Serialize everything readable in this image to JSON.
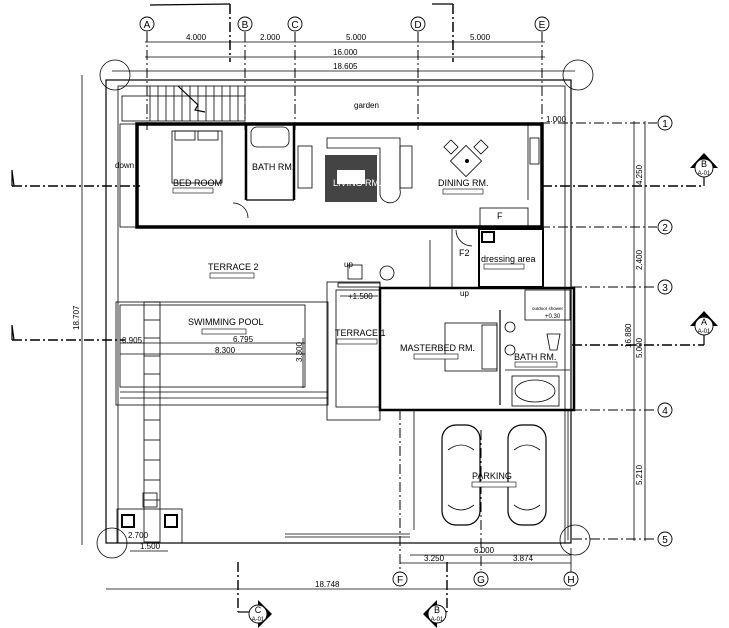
{
  "grid": {
    "columns": [
      "A",
      "B",
      "C",
      "D",
      "E"
    ],
    "rows": [
      "1",
      "2",
      "3",
      "4",
      "5"
    ],
    "bottom_columns": [
      "F",
      "G",
      "H"
    ]
  },
  "dimensions": {
    "top": [
      "4.000",
      "2.000",
      "5.000",
      "5.000"
    ],
    "top_total": "16.000",
    "top_overall": "18.605",
    "right": [
      "4.250",
      "2.400",
      "5.000",
      "5.210"
    ],
    "right_total": "16.880",
    "left_overall": "18.707",
    "bottom_overall": "18.748",
    "bottom_parking": "6.000",
    "bottom_split": [
      "3.250",
      "3.874"
    ],
    "gate_width": "2.700",
    "gate_offset": "1.500",
    "setback": "1.000",
    "pool_offset": "0.905",
    "pool_inner": "6.795",
    "pool_length": "8.300",
    "pool_width": "3.300",
    "terrace_level": "+1.500"
  },
  "rooms": {
    "garden": "garden",
    "bed_room": "BED ROOM",
    "bath_room_1": "BATH RM.",
    "living_room": "LIVING RM.",
    "dining_room": "DINING RM.",
    "terrace_2": "TERRACE 2",
    "swimming_pool": "SWIMMING POOL",
    "terrace_1": "TERRACE 1",
    "masterbed_room": "MASTERBED RM.",
    "bath_room_2": "BATH RM.",
    "dressing_area": "dressing area",
    "parking": "PARKING",
    "outdoor_shower": "outdoor shower",
    "outdoor_shower_level": "+0.30"
  },
  "annotations": {
    "down": "down",
    "up_1": "up",
    "up_2": "up",
    "fridge": "F",
    "f2": "F2"
  },
  "sections": {
    "right_b": {
      "letter": "B",
      "sheet": "A-01"
    },
    "right_a": {
      "letter": "A",
      "sheet": "A-01"
    },
    "bottom_c": {
      "letter": "C",
      "sheet": "A-01"
    },
    "bottom_b": {
      "letter": "B",
      "sheet": "A-01"
    }
  }
}
